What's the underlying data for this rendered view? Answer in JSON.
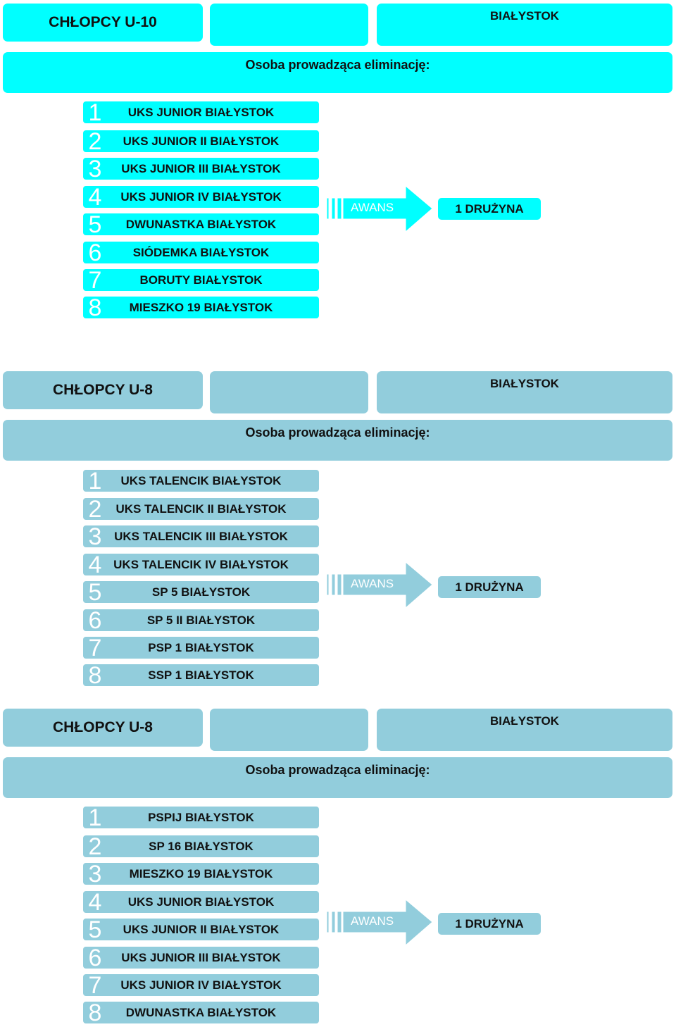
{
  "colors": {
    "cyan": "#00ffff",
    "blue": "#92cddc"
  },
  "sections": [
    {
      "title": "CHŁOPCY U-10",
      "city": "BIAŁYSTOK",
      "leader_label": "Osoba prowadząca eliminację:",
      "advance_label": "AWANS",
      "result": "1 DRUŻYNA",
      "teams": [
        {
          "num": "1",
          "name": "UKS JUNIOR BIAŁYSTOK"
        },
        {
          "num": "2",
          "name": "UKS JUNIOR II BIAŁYSTOK"
        },
        {
          "num": "3",
          "name": "UKS JUNIOR III BIAŁYSTOK"
        },
        {
          "num": "4",
          "name": "UKS JUNIOR IV BIAŁYSTOK"
        },
        {
          "num": "5",
          "name": "DWUNASTKA BIAŁYSTOK"
        },
        {
          "num": "6",
          "name": "SIÓDEMKA BIAŁYSTOK"
        },
        {
          "num": "7",
          "name": "BORUTY BIAŁYSTOK"
        },
        {
          "num": "8",
          "name": "MIESZKO 19 BIAŁYSTOK"
        }
      ]
    },
    {
      "title": "CHŁOPCY U-8",
      "city": "BIAŁYSTOK",
      "leader_label": "Osoba prowadząca eliminację:",
      "advance_label": "AWANS",
      "result": "1 DRUŻYNA",
      "teams": [
        {
          "num": "1",
          "name": "UKS TALENCIK BIAŁYSTOK"
        },
        {
          "num": "2",
          "name": "UKS TALENCIK II BIAŁYSTOK"
        },
        {
          "num": "3",
          "name": "UKS TALENCIK III BIAŁYSTOK"
        },
        {
          "num": "4",
          "name": "UKS TALENCIK IV BIAŁYSTOK"
        },
        {
          "num": "5",
          "name": "SP 5 BIAŁYSTOK"
        },
        {
          "num": "6",
          "name": "SP 5 II BIAŁYSTOK"
        },
        {
          "num": "7",
          "name": "PSP 1 BIAŁYSTOK"
        },
        {
          "num": "8",
          "name": "SSP 1 BIAŁYSTOK"
        }
      ]
    },
    {
      "title": "CHŁOPCY U-8",
      "city": "BIAŁYSTOK",
      "leader_label": "Osoba prowadząca eliminację:",
      "advance_label": "AWANS",
      "result": "1 DRUŻYNA",
      "teams": [
        {
          "num": "1",
          "name": "PSPIJ BIAŁYSTOK"
        },
        {
          "num": "2",
          "name": "SP 16 BIAŁYSTOK"
        },
        {
          "num": "3",
          "name": "MIESZKO 19 BIAŁYSTOK"
        },
        {
          "num": "4",
          "name": "UKS JUNIOR BIAŁYSTOK"
        },
        {
          "num": "5",
          "name": "UKS JUNIOR II BIAŁYSTOK"
        },
        {
          "num": "6",
          "name": "UKS JUNIOR III BIAŁYSTOK"
        },
        {
          "num": "7",
          "name": "UKS JUNIOR IV BIAŁYSTOK"
        },
        {
          "num": "8",
          "name": "DWUNASTKA BIAŁYSTOK"
        }
      ]
    }
  ]
}
